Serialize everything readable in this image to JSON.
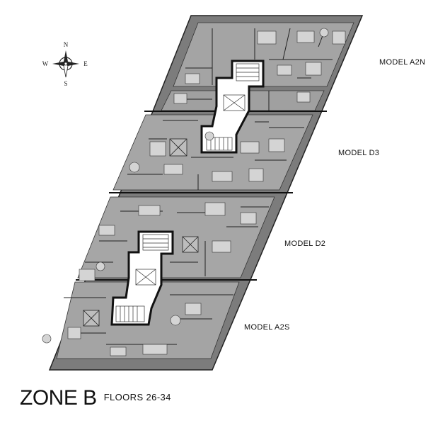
{
  "compass": {
    "north": "N",
    "south": "S",
    "east": "E",
    "west": "W"
  },
  "models": [
    {
      "id": "a2n",
      "label": "MODEL A2N"
    },
    {
      "id": "d3",
      "label": "MODEL D3"
    },
    {
      "id": "d2",
      "label": "MODEL D2"
    },
    {
      "id": "a2s",
      "label": "MODEL A2S"
    }
  ],
  "zone": {
    "title": "ZONE B",
    "floors": "FLOORS 26-34"
  },
  "colors": {
    "floor_fill": "#808080",
    "interior": "#a9a9a9",
    "core": "#ffffff",
    "walls": "#111111"
  }
}
